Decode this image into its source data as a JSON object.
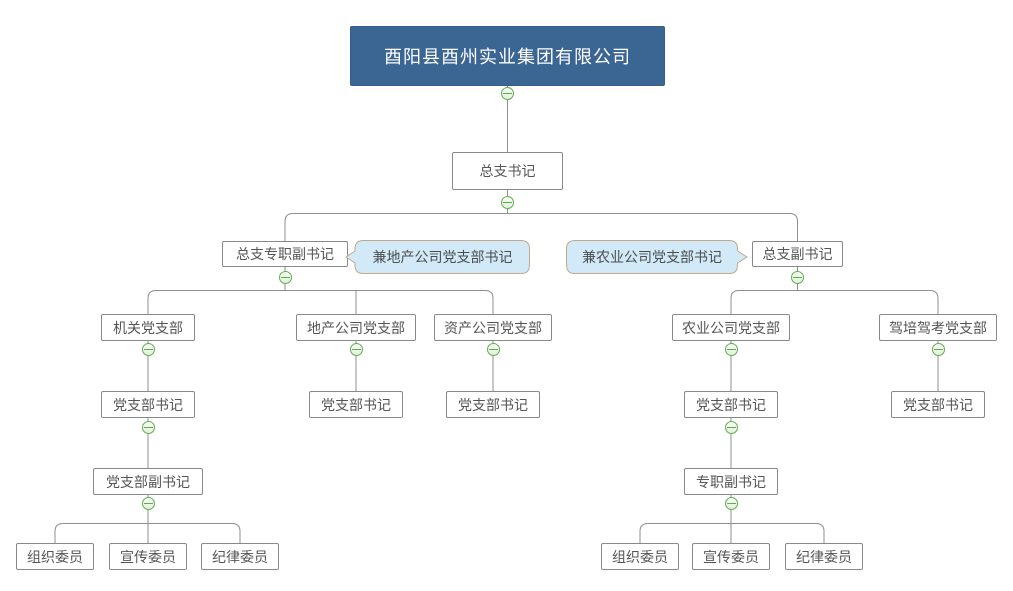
{
  "org": {
    "company": "酉阳县酉州实业集团有限公司",
    "general_secretary": "总支书记",
    "left": {
      "head": "总支专职副书记",
      "note": "兼地产公司党支部书记",
      "departments": [
        {
          "name": "机关党支部",
          "secretary": "党支部书记",
          "deputy": "党支部副书记",
          "committee": [
            "组织委员",
            "宣传委员",
            "纪律委员"
          ]
        },
        {
          "name": "地产公司党支部",
          "secretary": "党支部书记"
        },
        {
          "name": "资产公司党支部",
          "secretary": "党支部书记"
        }
      ]
    },
    "right": {
      "head": "总支副书记",
      "note": "兼农业公司党支部书记",
      "departments": [
        {
          "name": "农业公司党支部",
          "secretary": "党支部书记",
          "deputy": "专职副书记",
          "committee": [
            "组织委员",
            "宣传委员",
            "纪律委员"
          ]
        },
        {
          "name": "驾培驾考党支部",
          "secretary": "党支部书记"
        }
      ]
    }
  },
  "colors": {
    "title_bg": "#3b6693",
    "title_text": "#ffffff",
    "node_border": "#898989",
    "node_text": "#555555",
    "connector": "#8f8f8f",
    "callout_bg": "#d2eaf8",
    "callout_border": "#c2a98c",
    "collapse_green": "#5fae4c"
  }
}
